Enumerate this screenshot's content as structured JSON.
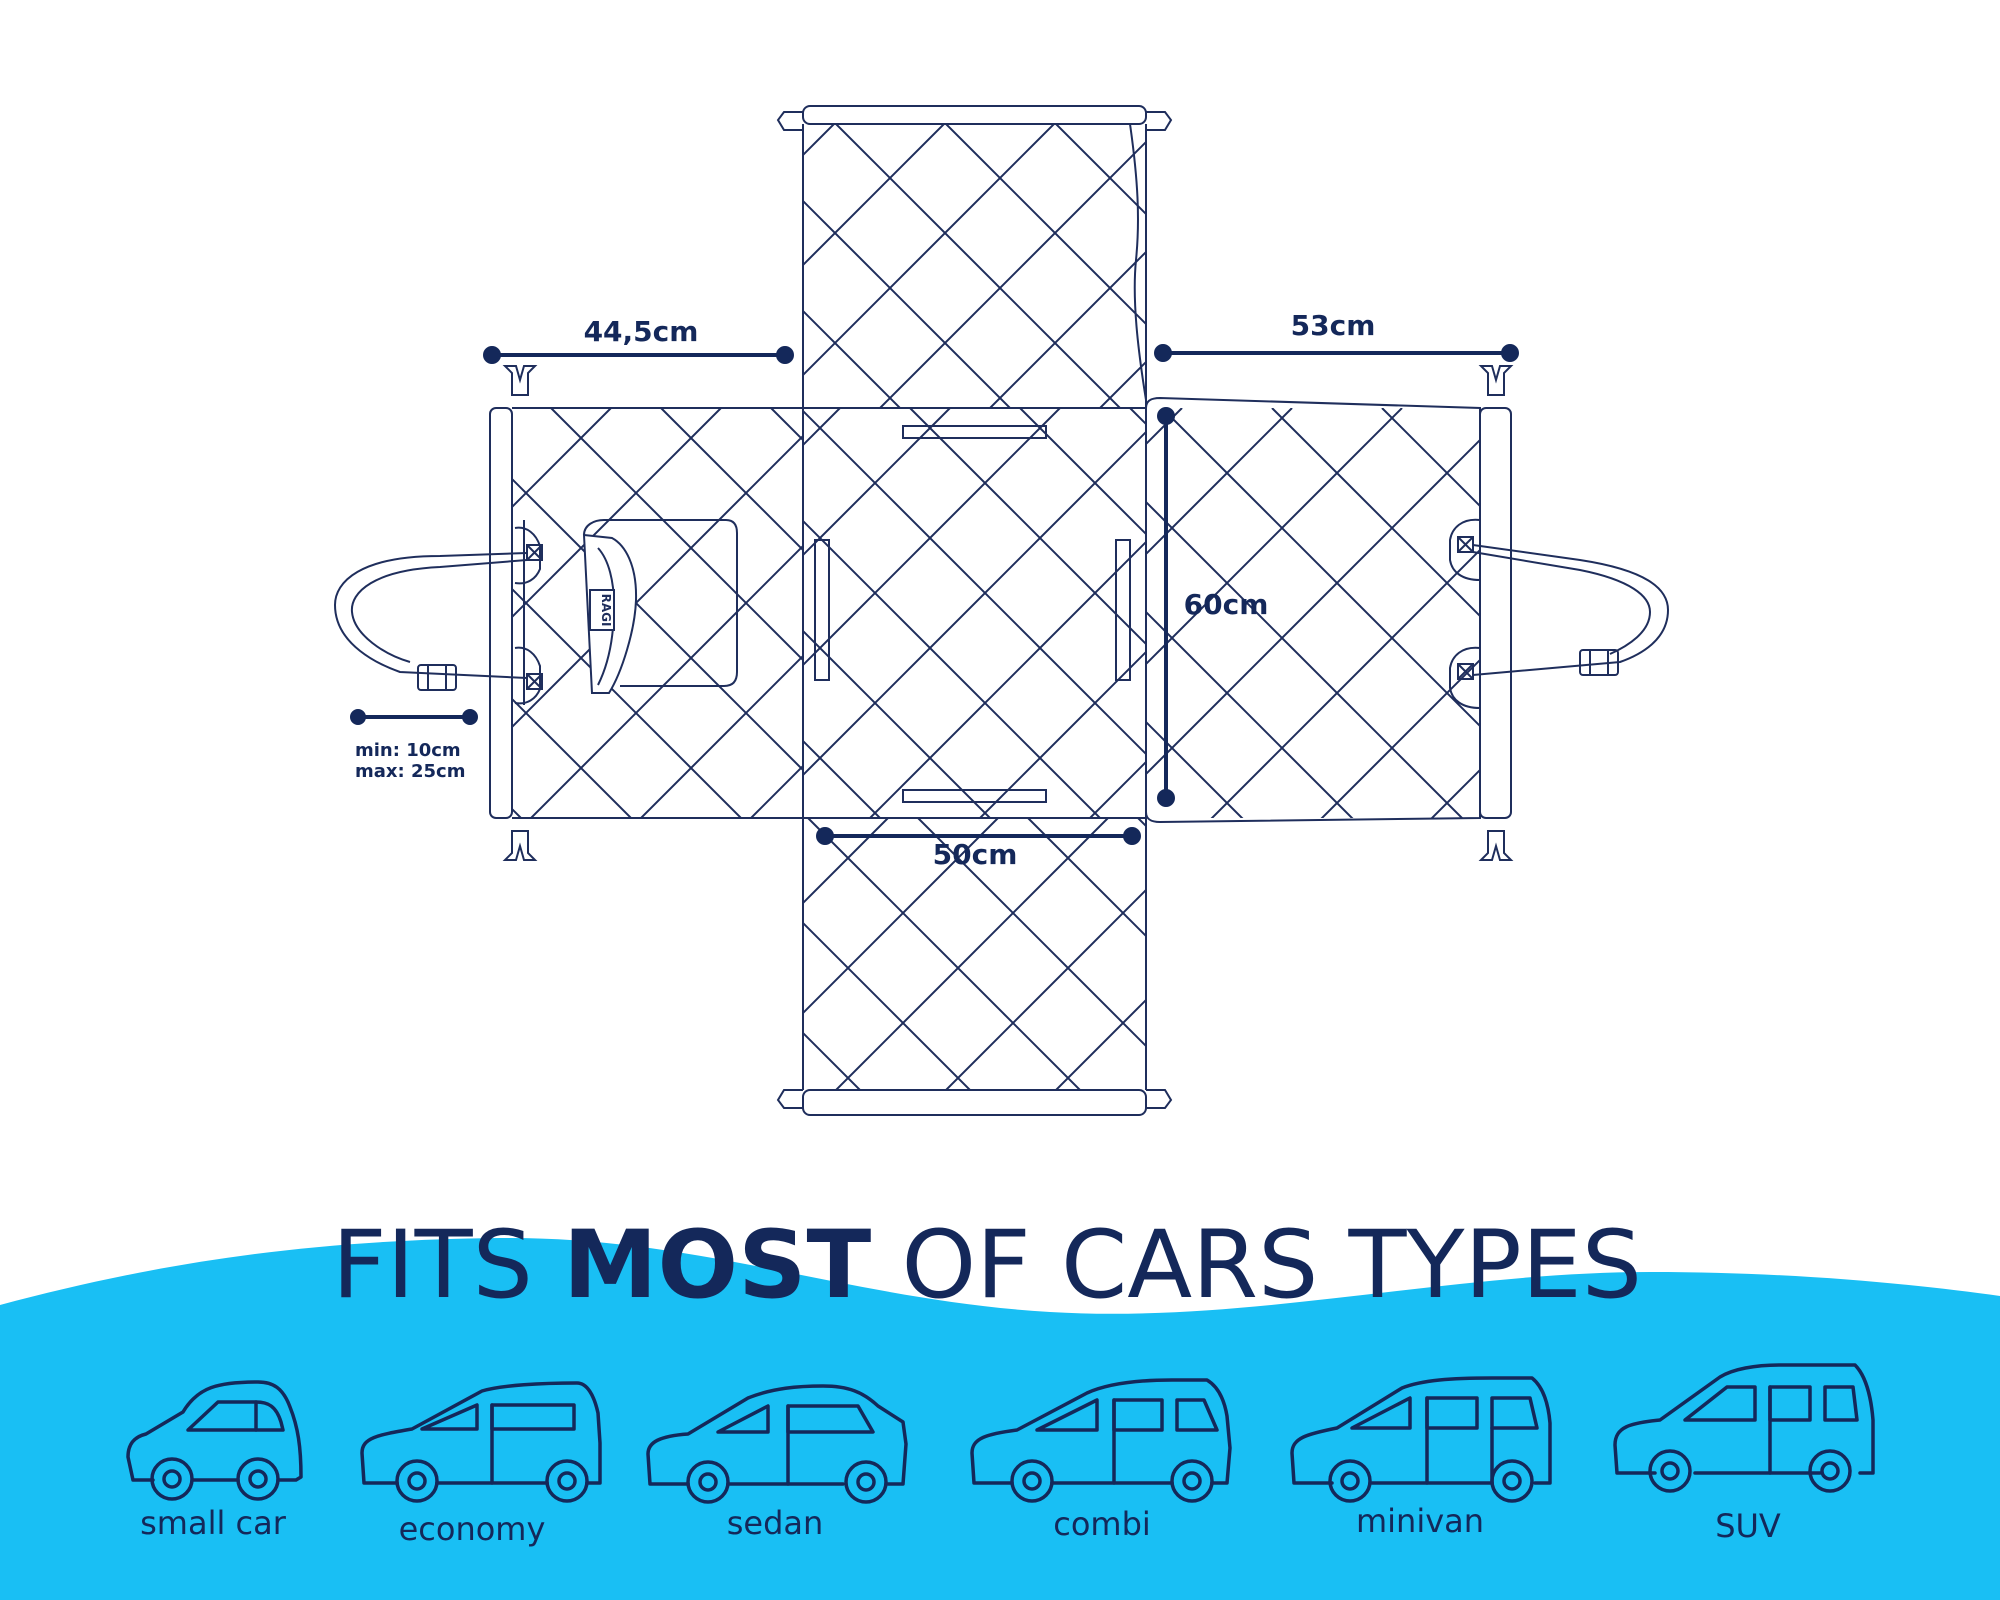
{
  "diagram": {
    "brand_tag": "RAGI",
    "dimensions": {
      "left_width": "44,5cm",
      "right_width": "53cm",
      "center_height": "60cm",
      "center_width": "50cm",
      "strap_min": "min: 10cm",
      "strap_max": "max: 25cm"
    }
  },
  "banner": {
    "headline_part1": "FITS ",
    "headline_bold": "MOST",
    "headline_part2": " OF CARS TYPES",
    "cars": [
      {
        "label": "small car",
        "icon": "small-car-icon"
      },
      {
        "label": "economy",
        "icon": "economy-car-icon"
      },
      {
        "label": "sedan",
        "icon": "sedan-car-icon"
      },
      {
        "label": "combi",
        "icon": "combi-car-icon"
      },
      {
        "label": "minivan",
        "icon": "minivan-car-icon"
      },
      {
        "label": "SUV",
        "icon": "suv-car-icon"
      }
    ]
  },
  "colors": {
    "line": "#1f2e5c",
    "navy": "#14285a",
    "banner": "#19bff4",
    "background": "#ffffff"
  }
}
